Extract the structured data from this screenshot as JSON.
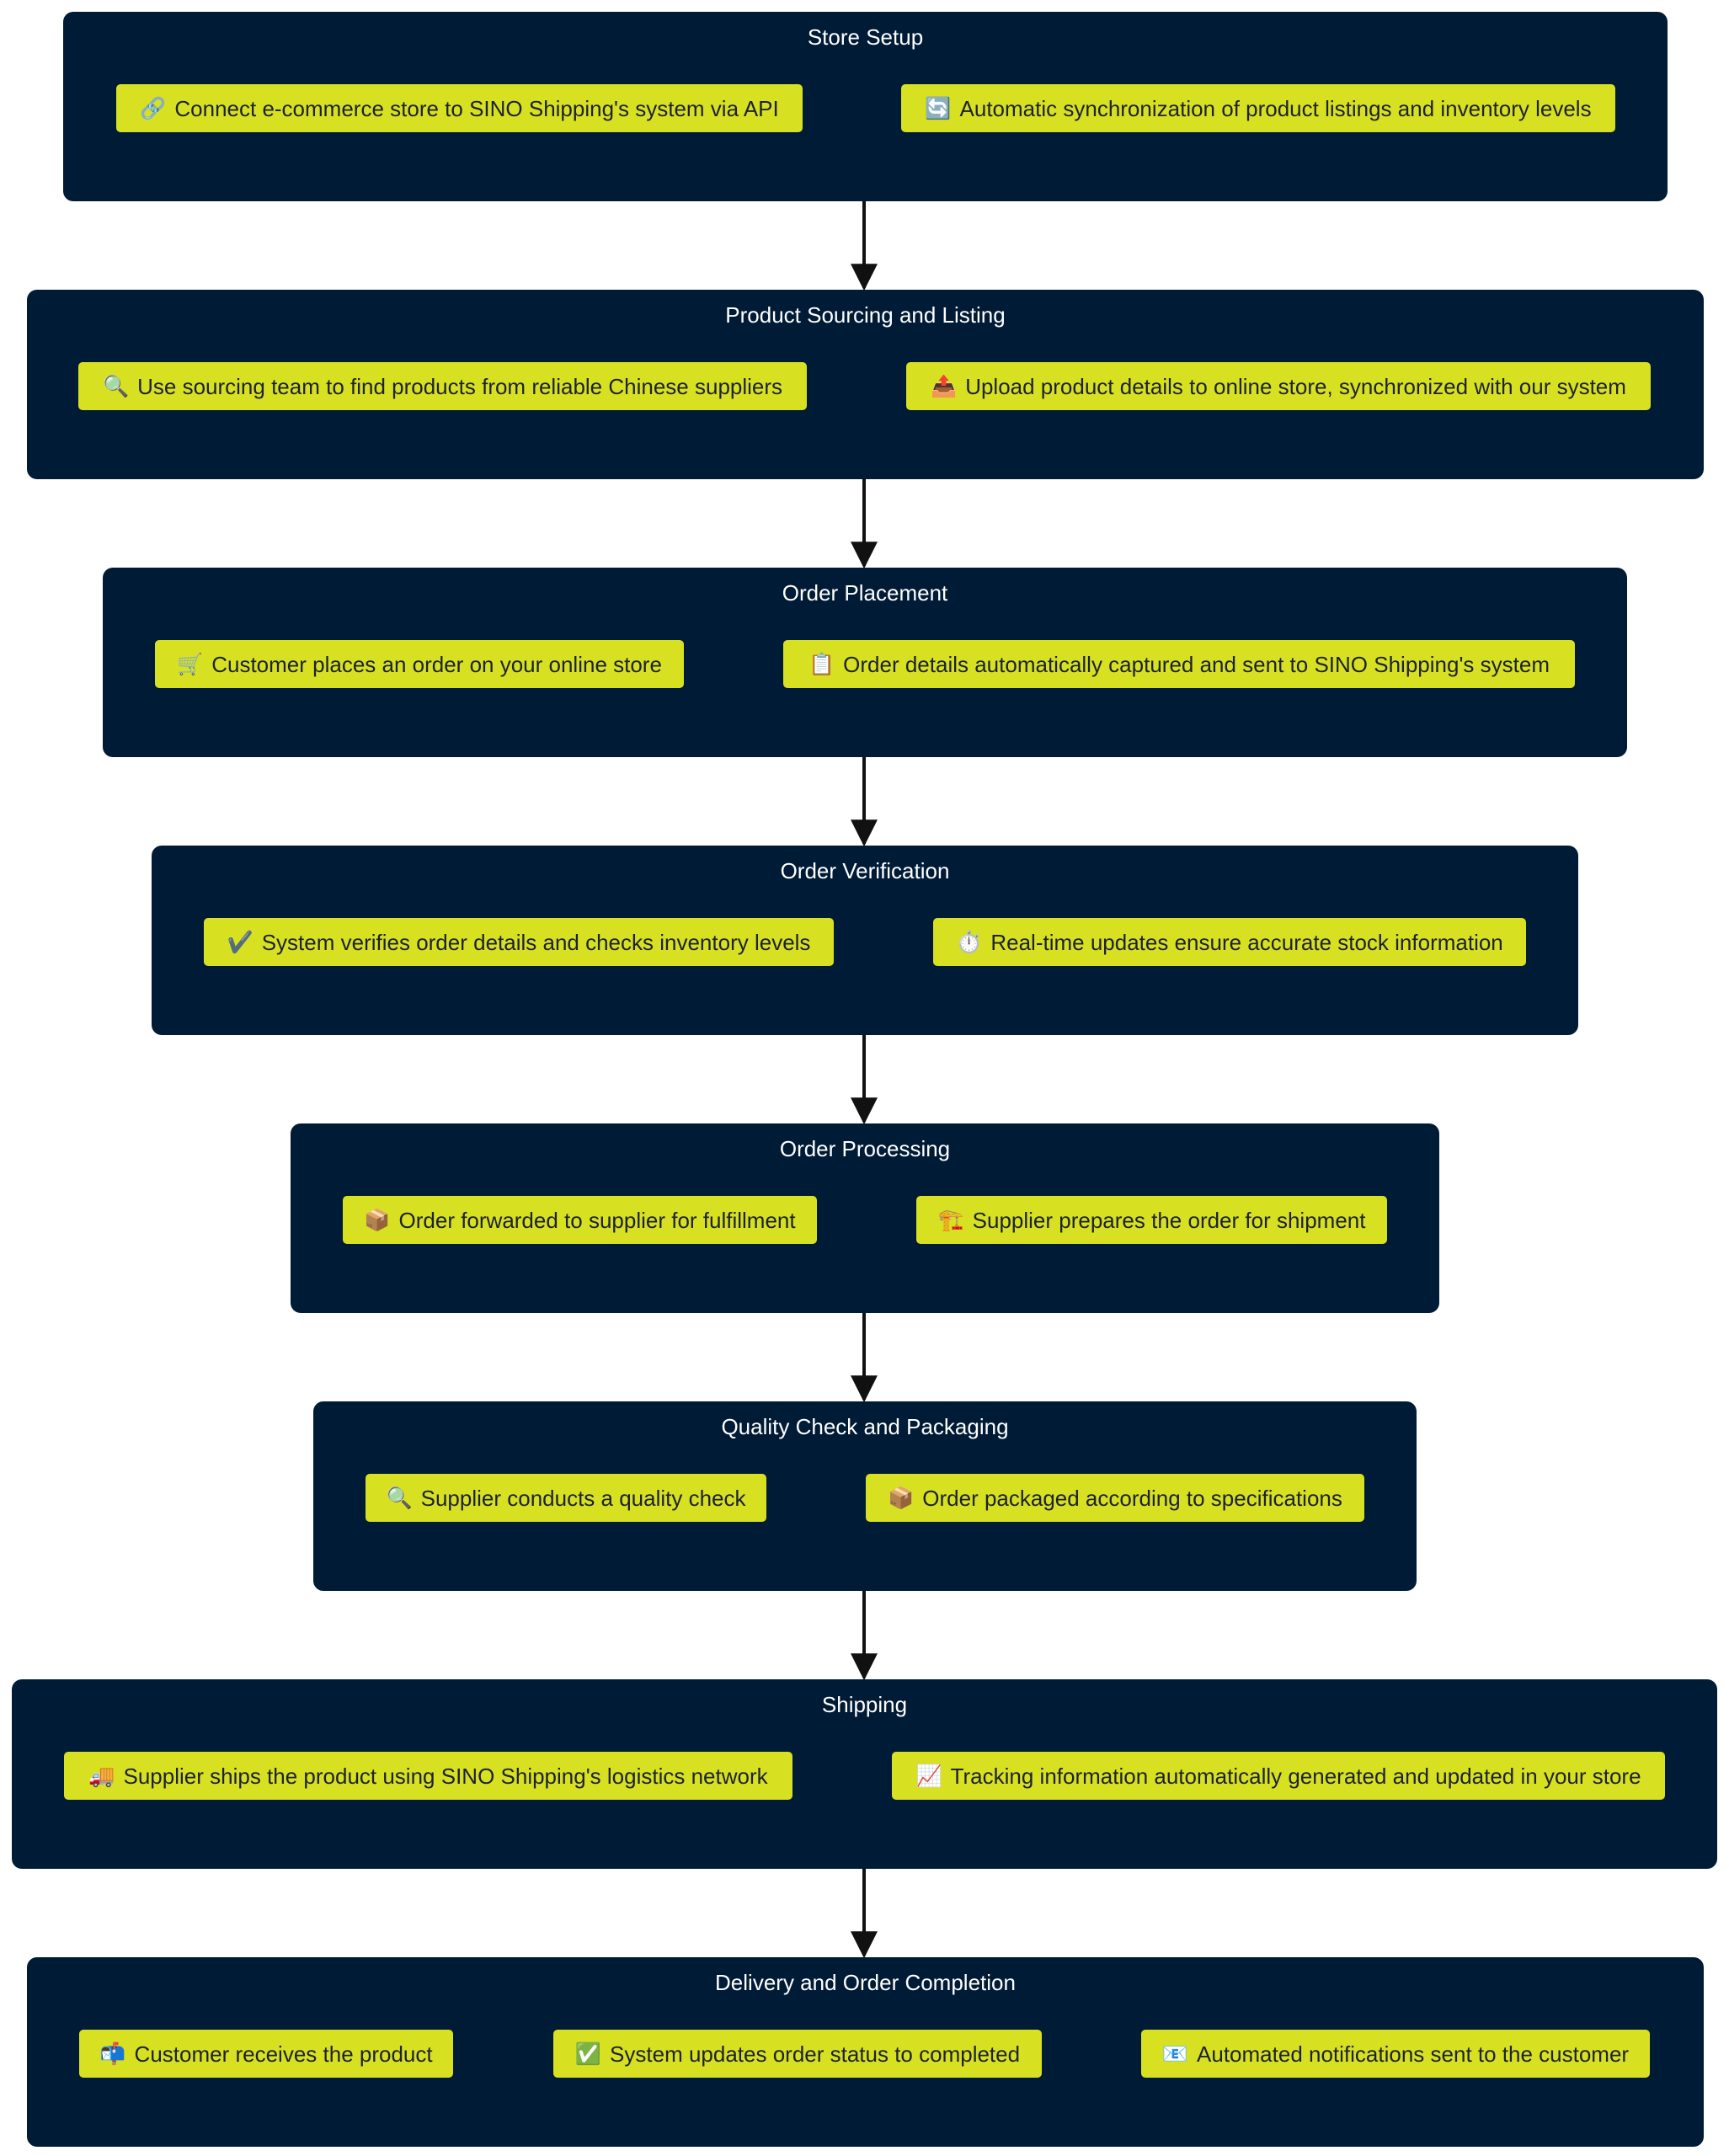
{
  "stages": [
    {
      "title": "Store Setup",
      "steps": [
        {
          "icon": "🔗",
          "icon_name": "link-icon",
          "text": "Connect e-commerce store to SINO Shipping's system via API"
        },
        {
          "icon": "🔄",
          "icon_name": "sync-icon",
          "text": "Automatic synchronization of product listings and inventory levels"
        }
      ]
    },
    {
      "title": "Product Sourcing and Listing",
      "steps": [
        {
          "icon": "🔍",
          "icon_name": "magnifier-icon",
          "text": "Use sourcing team to find products from reliable Chinese suppliers"
        },
        {
          "icon": "📤",
          "icon_name": "outbox-tray-icon",
          "text": "Upload product details to online store, synchronized with our system"
        }
      ]
    },
    {
      "title": "Order Placement",
      "steps": [
        {
          "icon": "🛒",
          "icon_name": "shopping-cart-icon",
          "text": "Customer places an order on your online store"
        },
        {
          "icon": "📋",
          "icon_name": "clipboard-icon",
          "text": "Order details automatically captured and sent to SINO Shipping's system"
        }
      ]
    },
    {
      "title": "Order Verification",
      "steps": [
        {
          "icon": "✔️",
          "icon_name": "check-mark-icon",
          "text": "System verifies order details and checks inventory levels"
        },
        {
          "icon": "⏱️",
          "icon_name": "stopwatch-icon",
          "text": "Real-time updates ensure accurate stock information"
        }
      ]
    },
    {
      "title": "Order Processing",
      "steps": [
        {
          "icon": "📦",
          "icon_name": "package-icon",
          "text": "Order forwarded to supplier for fulfillment"
        },
        {
          "icon": "🏗️",
          "icon_name": "crane-icon",
          "text": "Supplier prepares the order for shipment"
        }
      ]
    },
    {
      "title": "Quality Check and Packaging",
      "steps": [
        {
          "icon": "🔍",
          "icon_name": "magnifier-icon",
          "text": "Supplier conducts a quality check"
        },
        {
          "icon": "📦",
          "icon_name": "package-icon",
          "text": "Order packaged according to specifications"
        }
      ]
    },
    {
      "title": "Shipping",
      "steps": [
        {
          "icon": "🚚",
          "icon_name": "delivery-truck-icon",
          "text": "Supplier ships the product using SINO Shipping's logistics network"
        },
        {
          "icon": "📈",
          "icon_name": "chart-increasing-icon",
          "text": "Tracking information automatically generated and updated in your store"
        }
      ]
    },
    {
      "title": "Delivery and Order Completion",
      "steps": [
        {
          "icon": "📬",
          "icon_name": "mailbox-icon",
          "text": "Customer receives the product"
        },
        {
          "icon": "✅",
          "icon_name": "check-box-icon",
          "text": "System updates order status to completed"
        },
        {
          "icon": "📧",
          "icon_name": "email-icon",
          "text": "Automated notifications sent to the customer"
        }
      ]
    }
  ],
  "colors": {
    "cluster_fill": "#001b36",
    "node_fill": "#d8e022",
    "node_text": "#1c2230",
    "cluster_title": "#ffffff",
    "edge": "#111111"
  }
}
